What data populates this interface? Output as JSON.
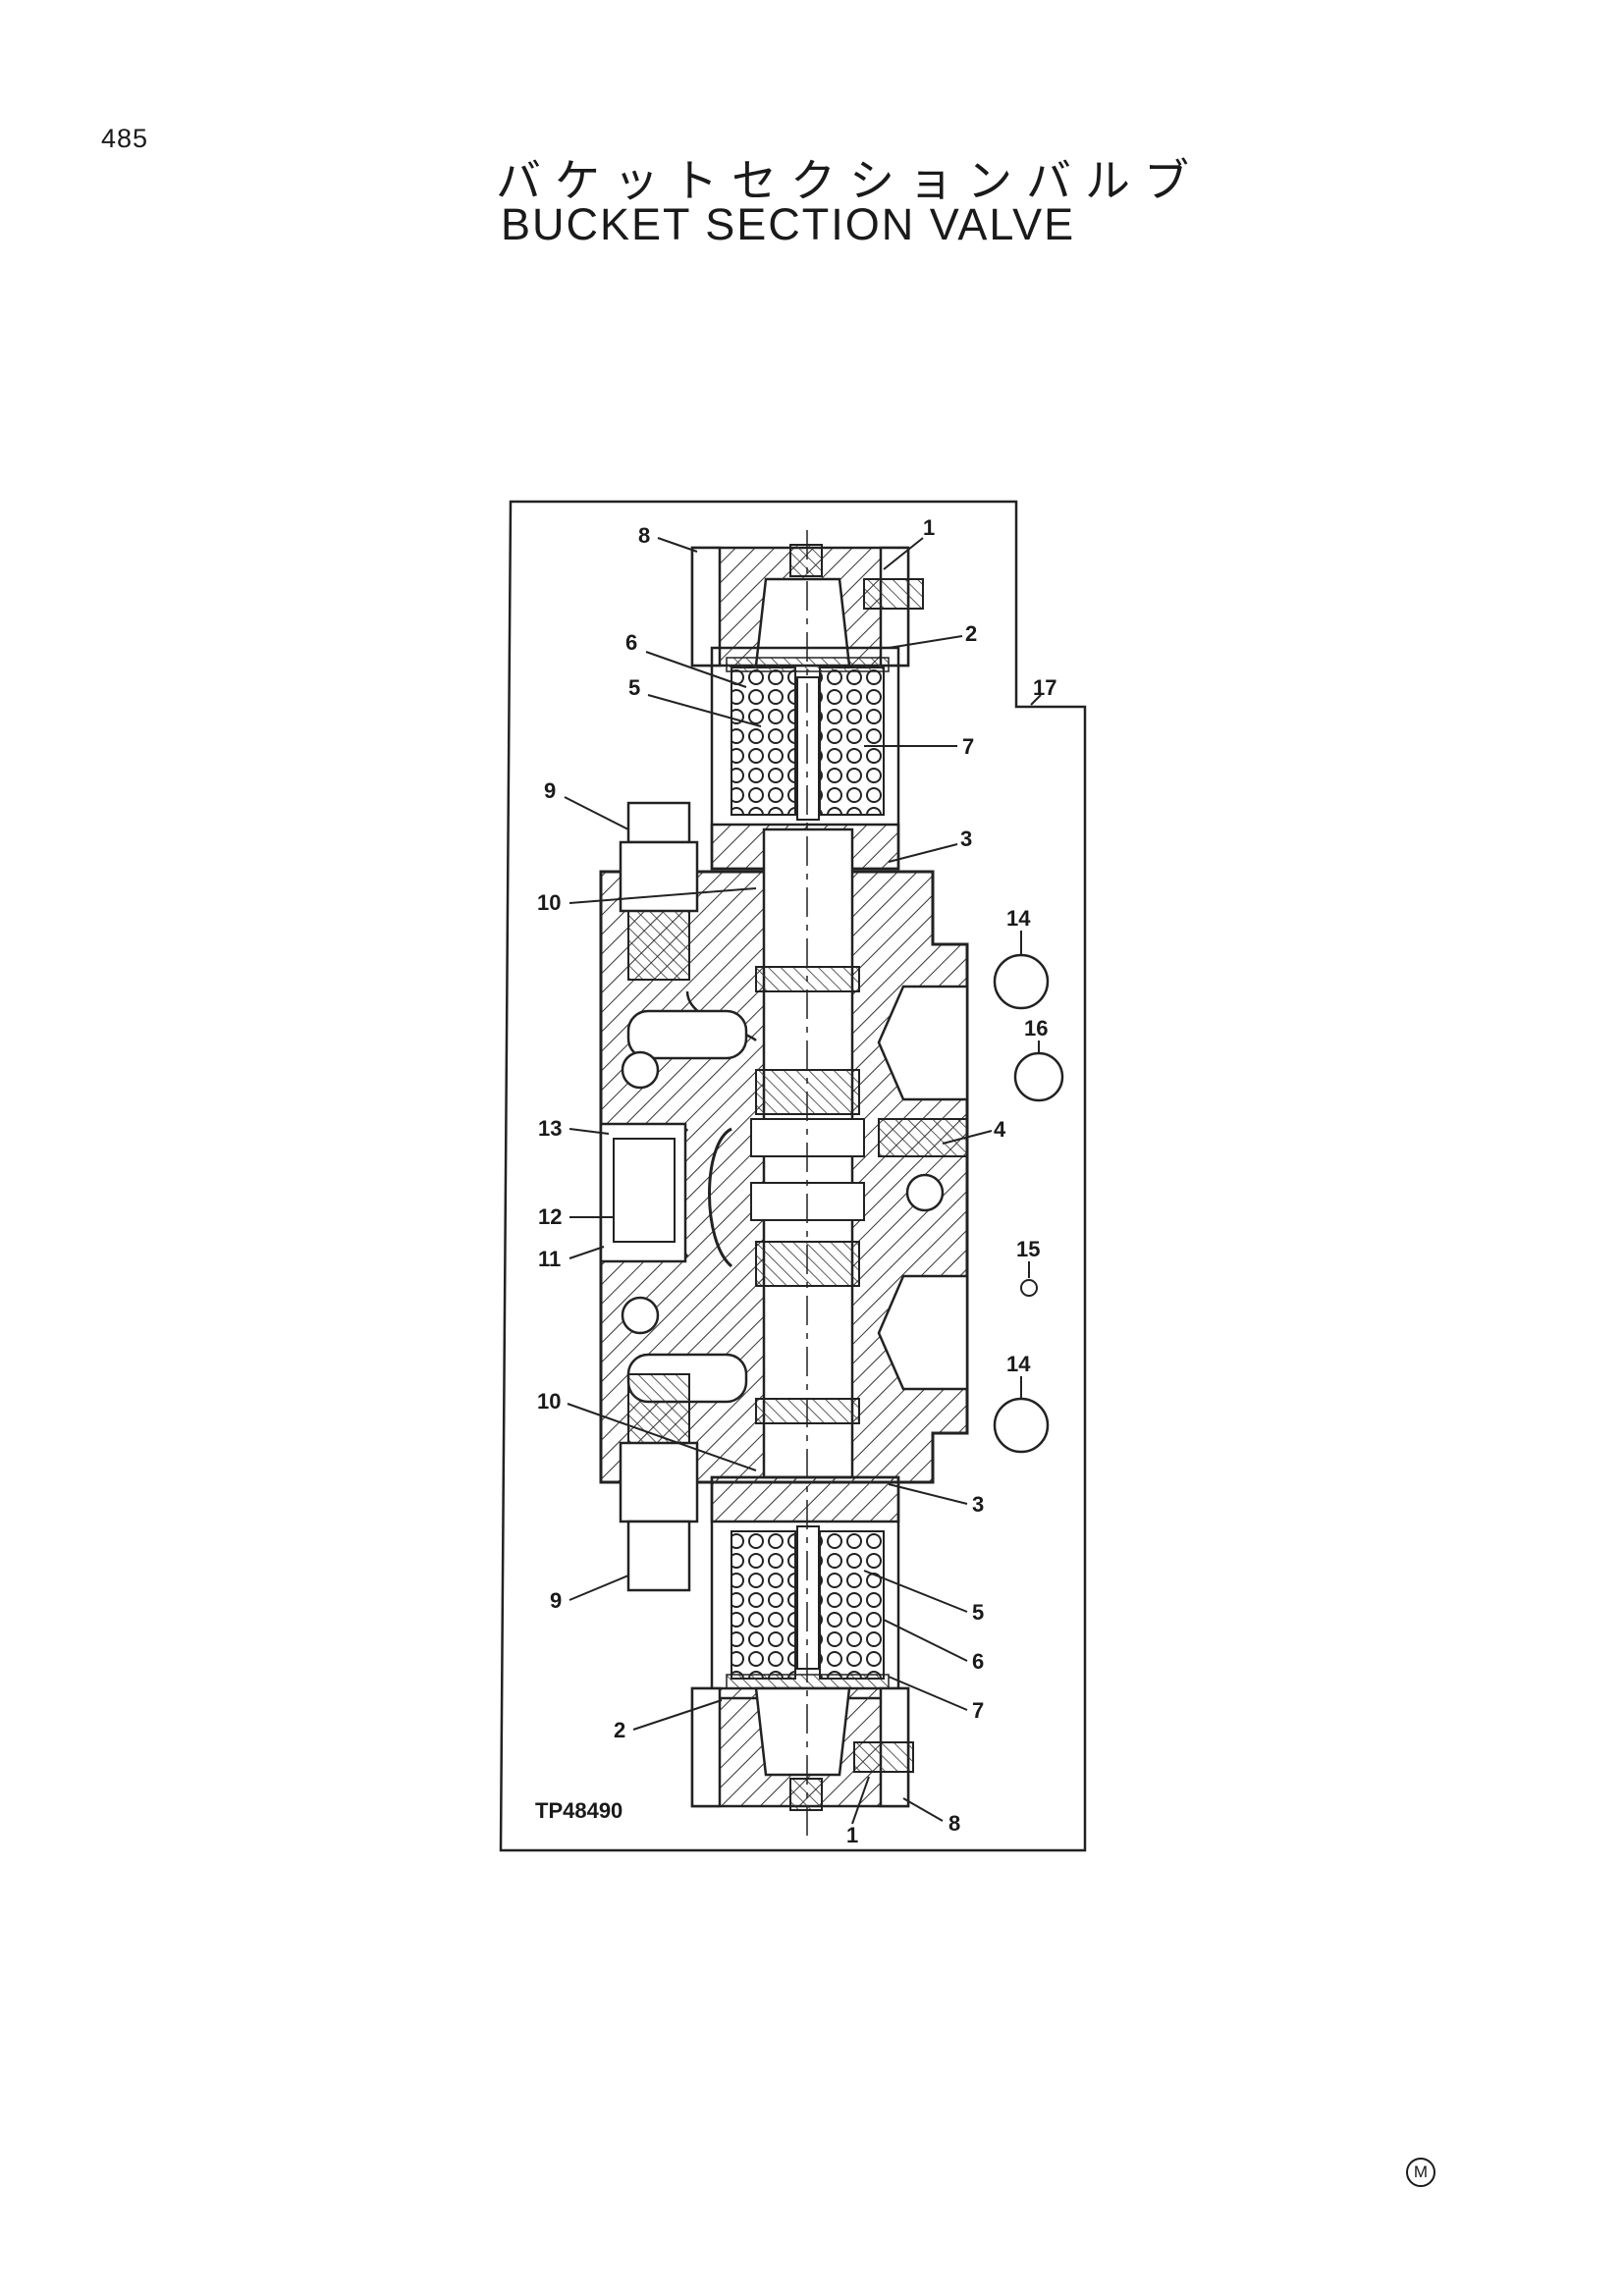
{
  "page_number": "485",
  "title_japanese": "バケットセクションバルブ",
  "title_english": "BUCKET SECTION VALVE",
  "figure_code": "TP48490",
  "callouts": {
    "c1_top": "1",
    "c8_top": "8",
    "c2_top": "2",
    "c6_top": "6",
    "c5_top": "5",
    "c7_top": "7",
    "c17": "17",
    "c9_top": "9",
    "c3_top": "3",
    "c10_top": "10",
    "c14_top": "14",
    "c16": "16",
    "c4": "4",
    "c13": "13",
    "c12": "12",
    "c11": "11",
    "c15": "15",
    "c14_bot": "14",
    "c10_bot": "10",
    "c3_bot": "3",
    "c9_bot": "9",
    "c5_bot": "5",
    "c6_bot": "6",
    "c7_bot": "7",
    "c2_bot": "2",
    "c1_bot": "1",
    "c8_bot": "8"
  },
  "corner_mark": "M"
}
